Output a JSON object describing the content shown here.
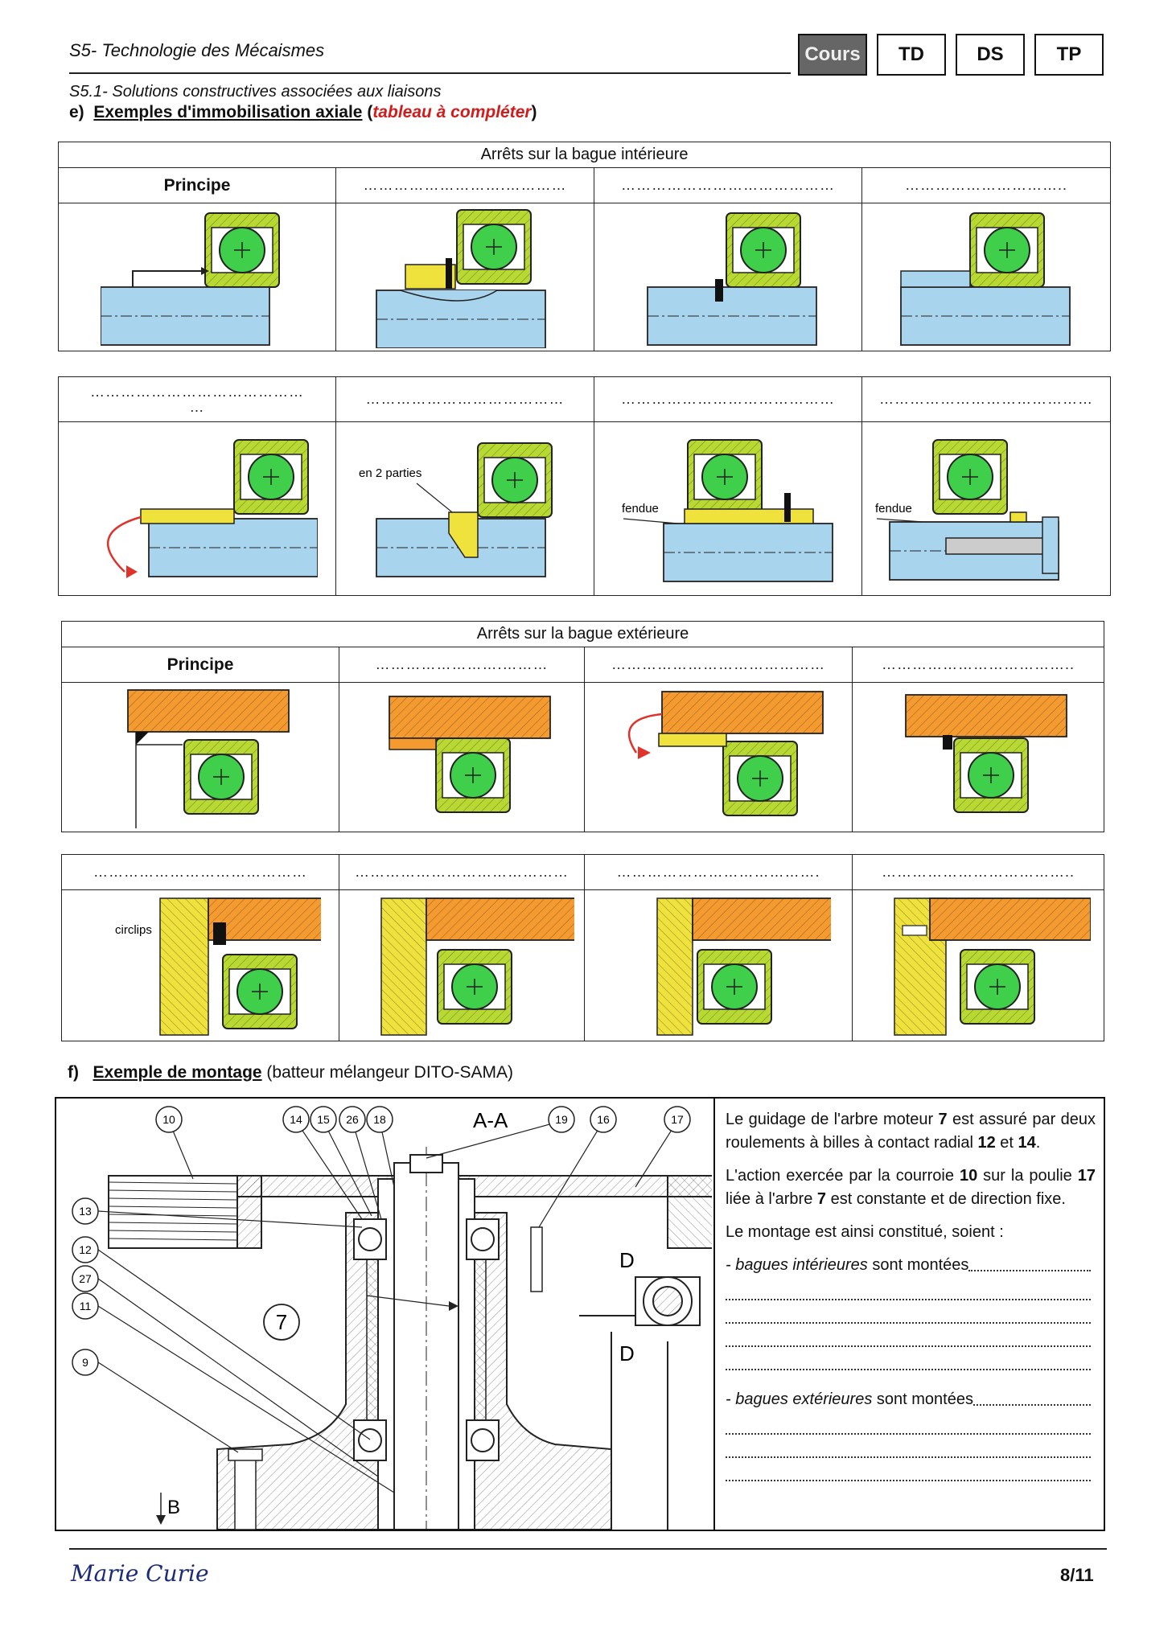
{
  "header": {
    "title": "S5- Technologie des Mécaismes",
    "nav": [
      "Cours",
      "TD",
      "DS",
      "TP"
    ],
    "active": "Cours"
  },
  "subtitle": "S5.1- Solutions constructives associées aux liaisons",
  "section_e": {
    "num": "e)",
    "title": "Exemples d'immobilisation axiale",
    "open": " (",
    "note": "tableau à compléter",
    "close": ")"
  },
  "inner": {
    "caption": "Arrêts sur la bague intérieure",
    "principle": "Principe",
    "dots_row1": [
      "……………………….…………",
      "……………………………………",
      "………………………….."
    ],
    "dots_row2": [
      "……………………………………",
      "…………………………………",
      "……………………………………",
      "……………………………………"
    ],
    "dots_row2_extra": "…",
    "label_two_parts": "en 2 parties",
    "label_split": "fendue"
  },
  "outer": {
    "caption": "Arrêts sur la bague extérieure",
    "principle": "Principe",
    "dots_row1": [
      "…………………….………",
      "……………………………………",
      "……………………………….."
    ],
    "dots_row2": [
      "……………………………………",
      "……………………………………",
      "………………………………….",
      "……………………………….."
    ],
    "label_circlips": "circlips"
  },
  "section_f": {
    "num": "f)",
    "title": "Exemple de montage",
    "rest": " (batteur mélangeur DITO-SAMA)"
  },
  "drawing": {
    "section": "A-A",
    "labels": [
      "10",
      "14",
      "15",
      "26",
      "18",
      "19",
      "16",
      "17",
      "13",
      "12",
      "27",
      "11",
      "9"
    ],
    "shaft_label": "7",
    "d": "D",
    "b": "B"
  },
  "montage": {
    "p1_a": "Le guidage de l'arbre moteur ",
    "p1_b": "7",
    "p1_c": " est assuré par deux roulements à billes à contact radial ",
    "p1_d": "12",
    "p1_e": " et ",
    "p1_f": "14",
    "p1_g": ".",
    "p2_a": "L'action exercée par la courroie ",
    "p2_b": "10",
    "p2_c": " sur la poulie ",
    "p2_d": "17",
    "p2_e": " liée à l'arbre ",
    "p2_f": "7",
    "p2_g": " est constante et de direction fixe.",
    "p3": "Le montage est ainsi constitué, soient :",
    "inner_a": "- bagues intérieures",
    "inner_b": " sont montées",
    "outer_a": "- bagues extérieures",
    "outer_b": " sont montées"
  },
  "footer": {
    "signature": "Marie Curie",
    "page": "8/11"
  },
  "colors": {
    "ring": "#b8d832",
    "ball": "#3fcf4a",
    "shaft": "#a8d4ee",
    "housing": "#f59a2e",
    "part": "#efe23c",
    "arrow": "#e0322b"
  }
}
